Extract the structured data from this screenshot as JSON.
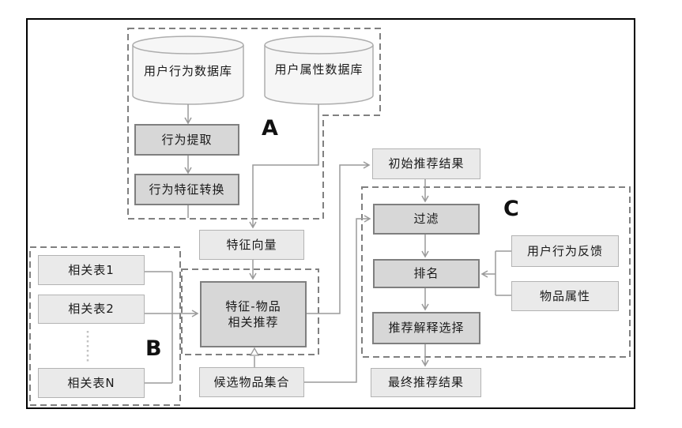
{
  "diagram": {
    "title_groups": {
      "a_label": "A",
      "b_label": "B",
      "c_label": "C"
    },
    "nodes": {
      "user_behavior_db": "用户行为数据库",
      "user_attribute_db": "用户属性数据库",
      "behavior_extraction": "行为提取",
      "behavior_feature_conversion": "行为特征转换",
      "feature_vector": "特征向量",
      "related_table_1": "相关表1",
      "related_table_2": "相关表2",
      "related_table_n": "相关表N",
      "feature_item_rec_line1": "特征-物品",
      "feature_item_rec_line2": "相关推荐",
      "candidate_item_set": "候选物品集合",
      "initial_results": "初始推荐结果",
      "filter": "过滤",
      "ranking": "排名",
      "explanation_selection": "推荐解释选择",
      "final_results": "最终推荐结果",
      "user_behavior_feedback": "用户行为反馈",
      "item_attributes": "物品属性"
    },
    "edges": [
      {
        "from": "user_behavior_db",
        "to": "behavior_extraction"
      },
      {
        "from": "behavior_extraction",
        "to": "behavior_feature_conversion"
      },
      {
        "from": "behavior_feature_conversion",
        "to": "feature_vector"
      },
      {
        "from": "user_attribute_db",
        "to": "feature_vector"
      },
      {
        "from": "feature_vector",
        "to": "feature_item_recommendation"
      },
      {
        "from": "related_table_1",
        "to": "feature_item_recommendation"
      },
      {
        "from": "related_table_2",
        "to": "feature_item_recommendation"
      },
      {
        "from": "related_table_n",
        "to": "feature_item_recommendation"
      },
      {
        "from": "candidate_item_set",
        "to": "feature_item_recommendation"
      },
      {
        "from": "candidate_item_set",
        "to": "filter"
      },
      {
        "from": "feature_item_recommendation",
        "to": "initial_results"
      },
      {
        "from": "initial_results",
        "to": "filter"
      },
      {
        "from": "filter",
        "to": "ranking"
      },
      {
        "from": "user_behavior_feedback",
        "to": "ranking"
      },
      {
        "from": "item_attributes",
        "to": "ranking"
      },
      {
        "from": "ranking",
        "to": "explanation_selection"
      },
      {
        "from": "explanation_selection",
        "to": "final_results"
      }
    ],
    "colors": {
      "light_box_fill": "#eaeaea",
      "light_box_border": "#b3b3b3",
      "dark_box_fill": "#d7d7d7",
      "dark_box_border": "#7f7f7f",
      "cylinder_fill": "#f6f6f6",
      "cylinder_border": "#adadad",
      "dashed_group_border": "#808080",
      "connector": "#9a9a9a",
      "outer_frame": "#000000",
      "text": "#1a1a1a"
    }
  }
}
